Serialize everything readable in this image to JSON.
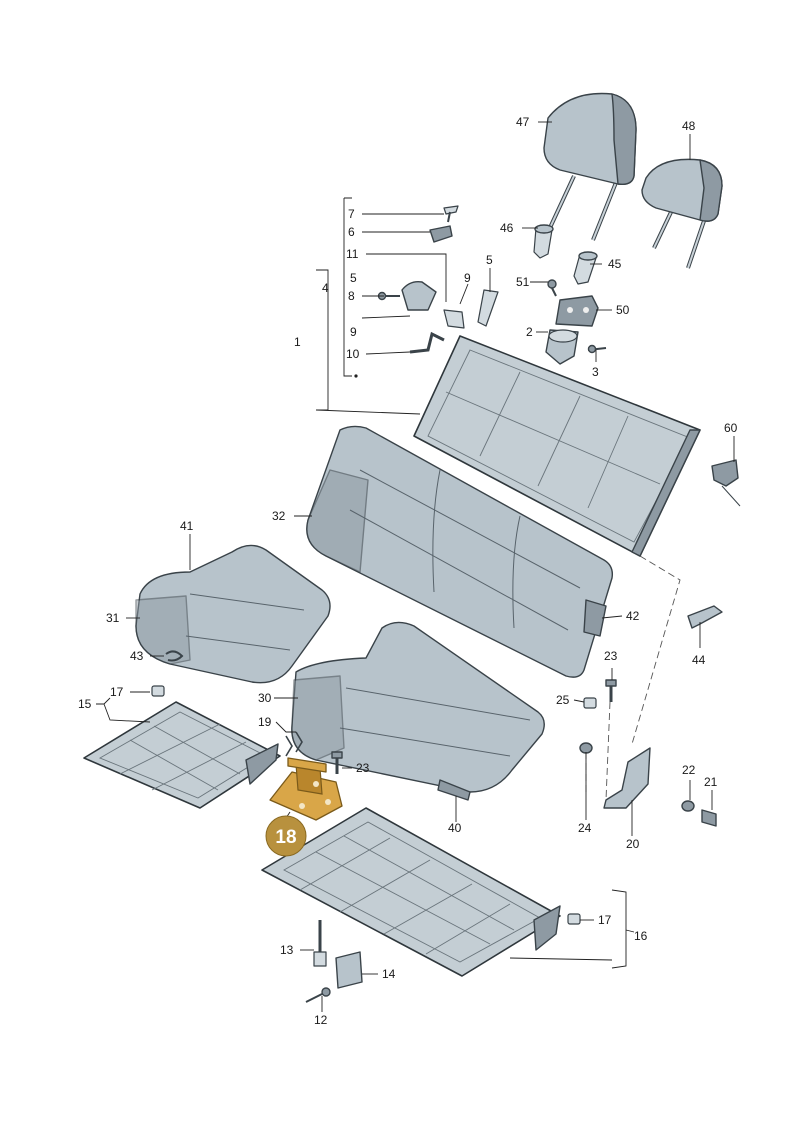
{
  "highlight": {
    "part_number": "18",
    "color": "#b8913e"
  },
  "labels": {
    "l1": "1",
    "l2": "2",
    "l3": "3",
    "l4": "4",
    "l5a": "5",
    "l5b": "5",
    "l6": "6",
    "l7": "7",
    "l8": "8",
    "l9a": "9",
    "l9b": "9",
    "l10": "10",
    "l11": "11",
    "l12": "12",
    "l13": "13",
    "l14": "14",
    "l15": "15",
    "l16": "16",
    "l17a": "17",
    "l17b": "17",
    "l19": "19",
    "l20": "20",
    "l21": "21",
    "l22": "22",
    "l23a": "23",
    "l23b": "23",
    "l24": "24",
    "l25": "25",
    "l30": "30",
    "l31": "31",
    "l32": "32",
    "l40": "40",
    "l41": "41",
    "l42": "42",
    "l43": "43",
    "l44": "44",
    "l45": "45",
    "l46": "46",
    "l47": "47",
    "l48": "48",
    "l50": "50",
    "l51": "51",
    "l60": "60"
  },
  "colors": {
    "part": "#b7c3cb",
    "highlight": "#d9a648",
    "line": "#222222"
  }
}
